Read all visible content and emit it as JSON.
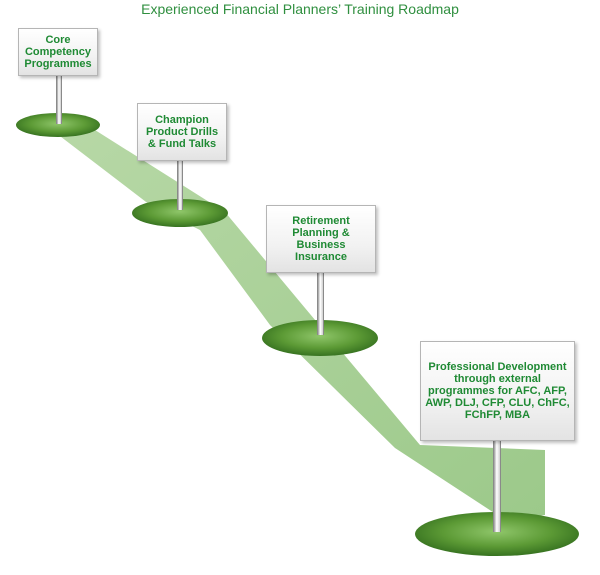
{
  "title": "Experienced Financial Planners’ Training Roadmap",
  "accent_color": "#2f8f3f",
  "path_color": "#a9cf96",
  "grass_color": "#4f8f2f",
  "steps": [
    {
      "label": "Core\nCompetency\nProgrammes"
    },
    {
      "label": "Champion\nProduct Drills\n& Fund Talks"
    },
    {
      "label": "Retirement\nPlanning &\nBusiness\nInsurance"
    },
    {
      "label": "Professional Development\nthrough external\nprogrammes for AFC, AFP,\nAWP, DLJ, CFP, CLU, ChFC,\nFChFP, MBA"
    }
  ]
}
